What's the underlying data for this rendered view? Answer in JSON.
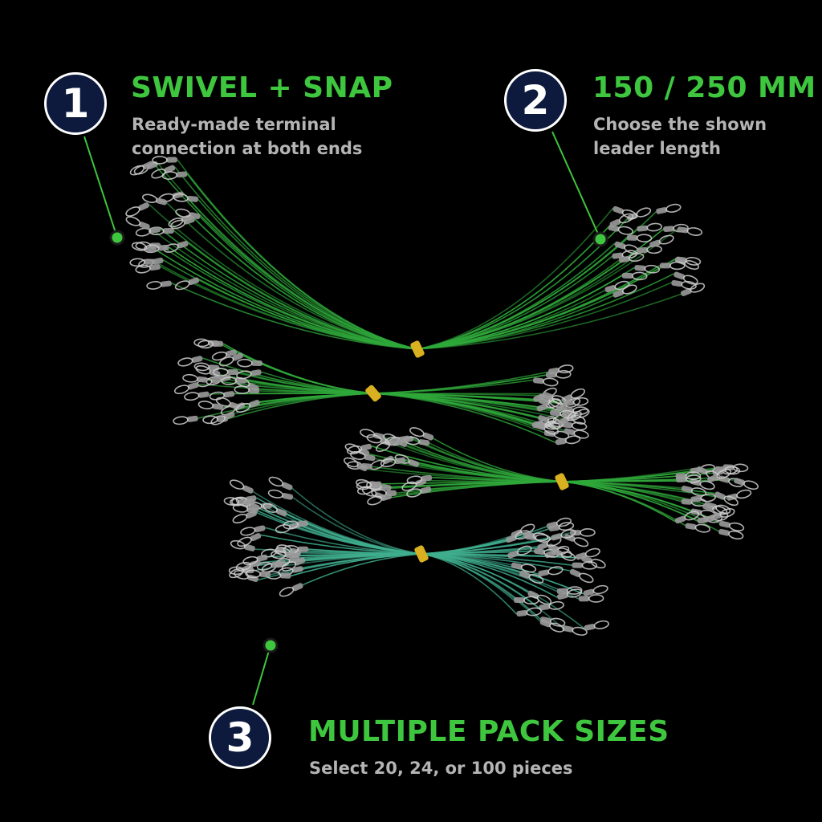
{
  "colors": {
    "background": "#000000",
    "accent": "#3ec63e",
    "badge_fill": "#0d1a3d",
    "badge_ring": "#ffffff",
    "text_gray": "#b4b4b4",
    "leader_green": "#2fa83a",
    "leader_teal": "#3fae8e",
    "swivel_metal": "#9a9a9a",
    "band_gold": "#d9b020"
  },
  "callouts": [
    {
      "number": "1",
      "title": "SWIVEL + SNAP",
      "description_lines": [
        "Ready-made terminal",
        "connection at both ends"
      ]
    },
    {
      "number": "2",
      "title": "150 / 250 MM",
      "description_lines": [
        "Choose the shown",
        "leader length"
      ]
    },
    {
      "number": "3",
      "title": "MULTIPLE PACK SIZES",
      "description_lines": [
        "Select 20, 24, or 100 pieces"
      ]
    }
  ],
  "illustration": {
    "subject": "four bundles of wire fishing leaders with swivels and snaps",
    "bundles": [
      {
        "color": "leader_green"
      },
      {
        "color": "leader_green"
      },
      {
        "color": "leader_green"
      },
      {
        "color": "leader_teal"
      }
    ]
  }
}
